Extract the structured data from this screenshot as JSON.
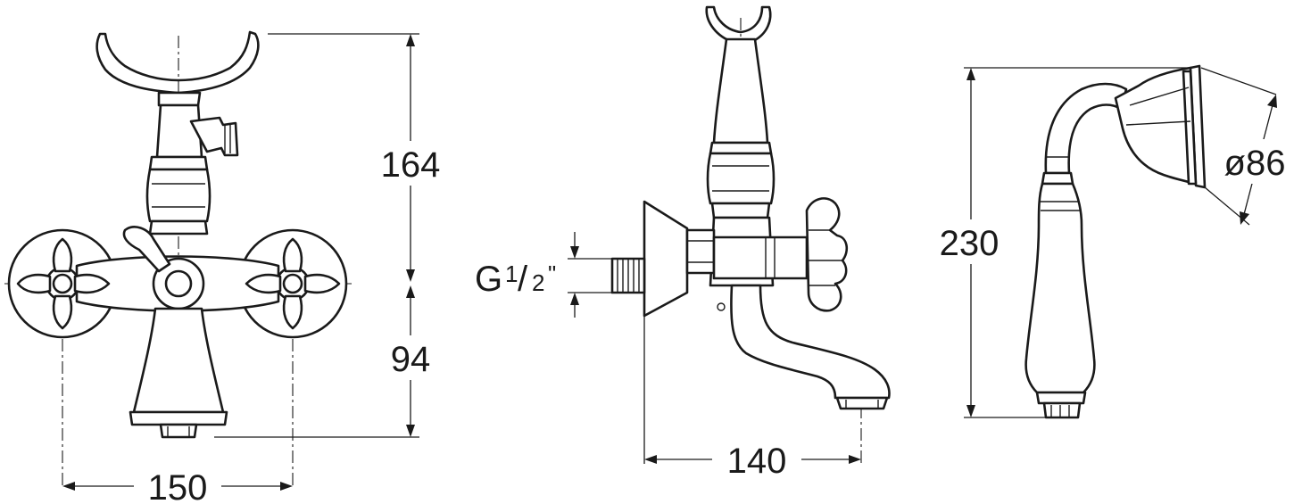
{
  "dimensions": {
    "mixer_height_upper": "164",
    "mixer_height_lower": "94",
    "mixer_width": "150",
    "connection_letter": "G",
    "connection_fraction_num": "1",
    "connection_fraction_sep": "/",
    "connection_fraction_den": "2",
    "connection_inch_mark": "\"",
    "spout_projection": "140",
    "handshower_length": "230",
    "handshower_diameter": "ø86"
  },
  "icons": {
    "front_view": "bath-mixer-front-view-icon",
    "side_view": "bath-mixer-side-view-icon",
    "handshower": "handshower-icon"
  }
}
